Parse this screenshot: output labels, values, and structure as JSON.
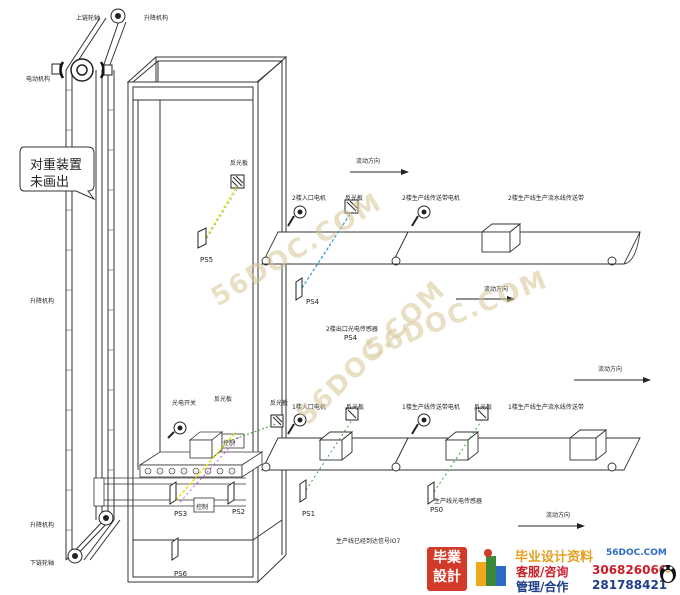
{
  "diagram": {
    "callout": "对重装置未画出",
    "labels": {
      "top_sprocket": "上链轮轴",
      "lift_chain_top": "升降机构",
      "drive_motor": "电动机构",
      "lift_mechanism_mid": "升降机构",
      "lift_bottom": "升降机构",
      "lower_sprocket": "下链轮轴",
      "reflector_tower": "反光板",
      "reflector_left": "反光板",
      "sensor_left": "光电开关",
      "flow_dir_1": "流动方向",
      "flow_dir_2": "流动方向",
      "flow_dir_3": "流动方向",
      "flow_dir_4": "流动方向",
      "inlet_motor_2": "2楼入口电机",
      "reflector_2": "反光板",
      "conveyor_motor_2": "2楼生产线传送带电机",
      "belt_label_2": "2楼生产线生产流水线传送带",
      "ps5": "PS5",
      "ps4_top": "PS4",
      "outlet_sensor_2": "2楼出口光电传感器",
      "ps4": "PS4",
      "reflector_1a": "反光板",
      "inlet_motor_1": "1楼入口电机",
      "reflector_1b": "反光板",
      "conveyor_motor_1": "1楼生产线传送带电机",
      "reflector_1c": "反光板",
      "belt_label_1": "1楼生产线生产流水线传送带",
      "ps3": "PS3",
      "ps2": "PS2",
      "ps1": "PS1",
      "ps0": "PS0",
      "ps6": "PS6",
      "ps0_sensor": "生产线光电传感器",
      "exit_signal": "生产线已经到达信号IO7",
      "cabinet_small": "控制",
      "platform_box": "控制"
    },
    "watermarks": [
      "56DOC.COM",
      "56DOC.COM",
      "56DOC.COM"
    ],
    "brand": {
      "logo_text": "毕業設計",
      "title": "毕业设计资料",
      "url": "56DOC.COM",
      "kefu_label": "客服/咨询",
      "kefu_number": "306826066",
      "manage_label": "管理/合作",
      "manage_number": "281788421"
    }
  }
}
